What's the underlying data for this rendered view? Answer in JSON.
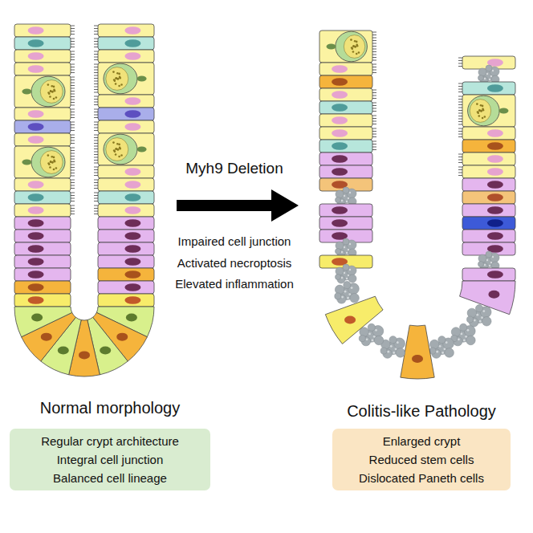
{
  "diagram": {
    "nodes": [
      {
        "text": [
          "Normal morphology",
          "Regular crypt architecture",
          "Integral cell junction",
          "Balanced cell lineage"
        ]
      },
      {
        "text": [
          "Colitis-like Pathology",
          "Enlarged crypt",
          "Reduced stem cells",
          "Dislocated Paneth cells"
        ]
      }
    ],
    "labels": [
      "Myh9 Deletion",
      "Impaired cell junction",
      "Activated necroptosis",
      "Elevated inflammation"
    ]
  }
}
